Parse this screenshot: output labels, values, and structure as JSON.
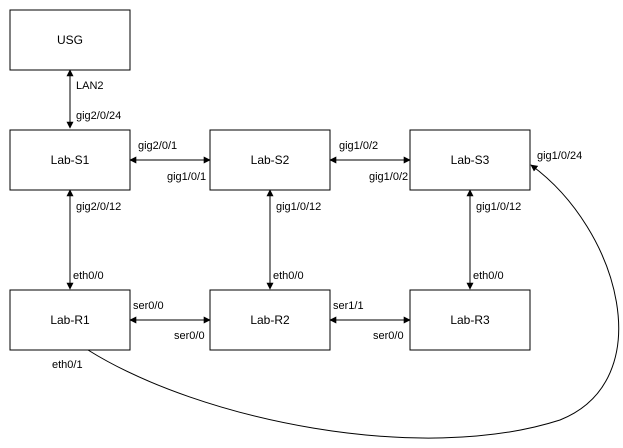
{
  "diagram": {
    "nodes": {
      "usg": "USG",
      "lab_s1": "Lab-S1",
      "lab_s2": "Lab-S2",
      "lab_s3": "Lab-S3",
      "lab_r1": "Lab-R1",
      "lab_r2": "Lab-R2",
      "lab_r3": "Lab-R3"
    },
    "links": {
      "usg_s1": {
        "from": "usg",
        "to": "lab_s1",
        "from_port": "LAN2",
        "to_port": "gig2/0/24"
      },
      "s1_s2": {
        "from": "lab_s1",
        "to": "lab_s2",
        "from_port": "gig2/0/1",
        "to_port": "gig1/0/1"
      },
      "s2_s3": {
        "from": "lab_s2",
        "to": "lab_s3",
        "from_port": "gig1/0/2",
        "to_port": "gig1/0/2"
      },
      "s1_r1": {
        "from": "lab_s1",
        "to": "lab_r1",
        "from_port": "gig2/0/12",
        "to_port": "eth0/0"
      },
      "s2_r2": {
        "from": "lab_s2",
        "to": "lab_r2",
        "from_port": "gig1/0/12",
        "to_port": "eth0/0"
      },
      "s3_r3": {
        "from": "lab_s3",
        "to": "lab_r3",
        "from_port": "gig1/0/12",
        "to_port": "eth0/0"
      },
      "r1_r2": {
        "from": "lab_r1",
        "to": "lab_r2",
        "from_port": "ser0/0",
        "to_port": "ser0/0"
      },
      "r2_r3": {
        "from": "lab_r2",
        "to": "lab_r3",
        "from_port": "ser1/1",
        "to_port": "ser0/0"
      },
      "r1_s3": {
        "from": "lab_r1",
        "to": "lab_s3",
        "from_port": "eth0/1",
        "to_port": "gig1/0/24"
      }
    }
  }
}
